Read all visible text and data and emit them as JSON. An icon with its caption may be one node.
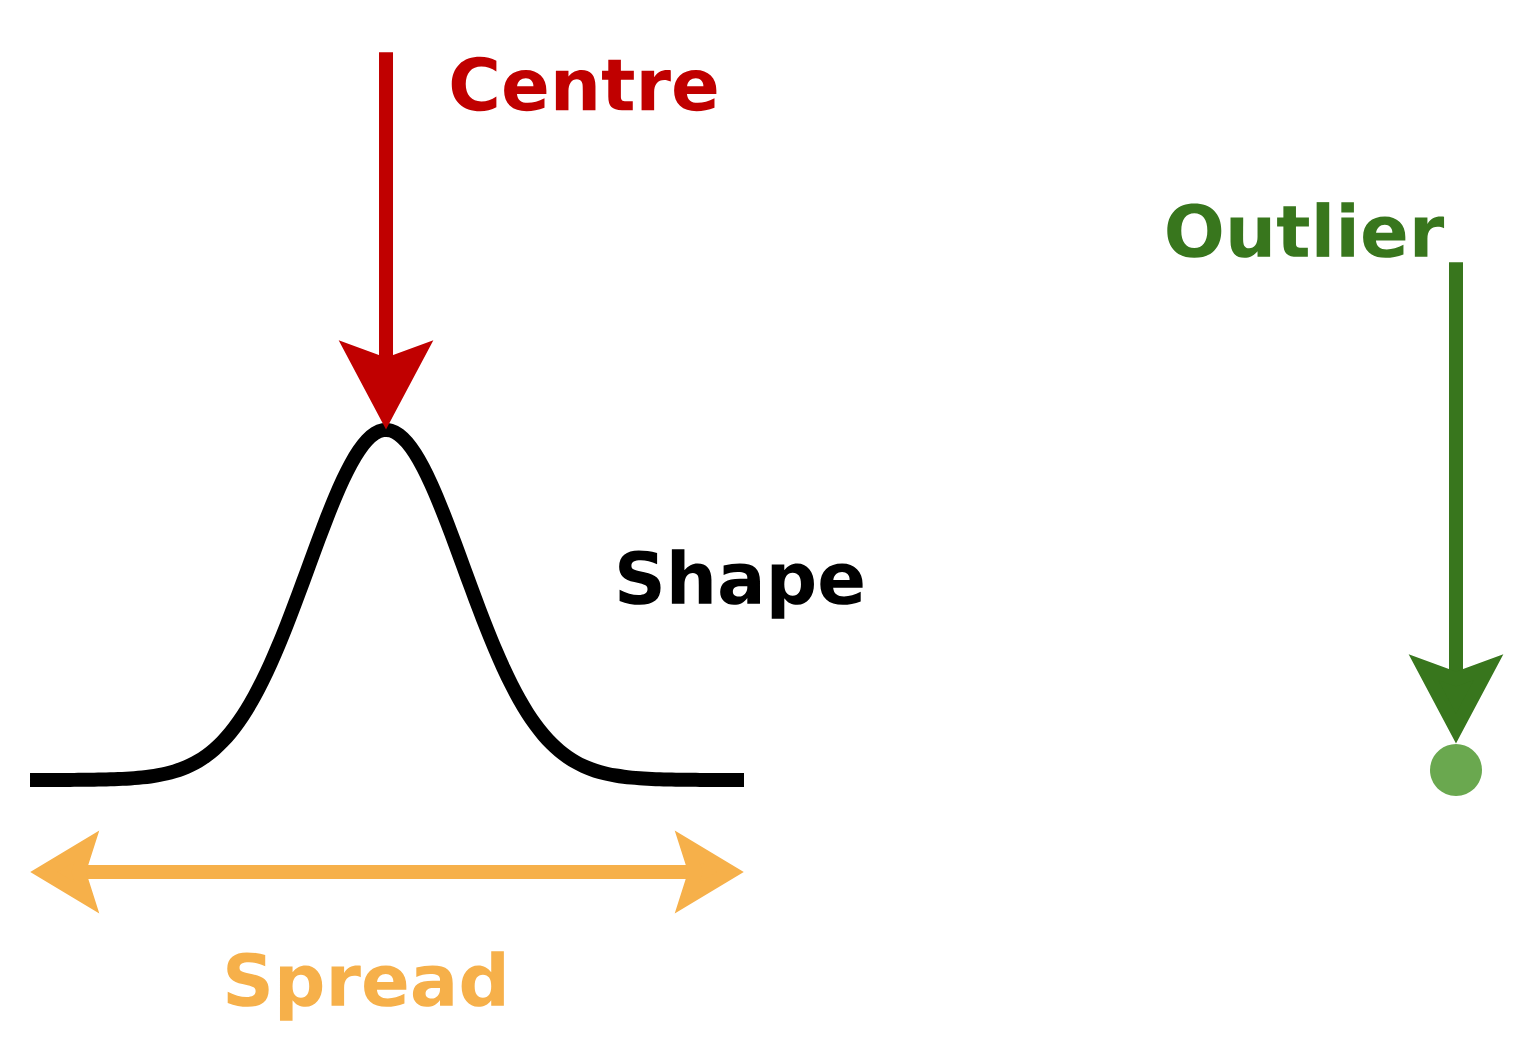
{
  "diagram": {
    "nodes": [
      {
        "text": [
          "Centre"
        ]
      },
      {
        "text": [
          "Shape"
        ]
      },
      {
        "text": [
          "Outlier"
        ]
      },
      {
        "text": [],
        "shape": "circle"
      }
    ],
    "edges": [
      {
        "from": 0,
        "to": 1,
        "arrow": "to",
        "color": "#c00000"
      },
      {
        "from": 2,
        "to": 3,
        "arrow": "to",
        "color": "#38761d"
      }
    ],
    "labels": [
      "Spread"
    ]
  }
}
